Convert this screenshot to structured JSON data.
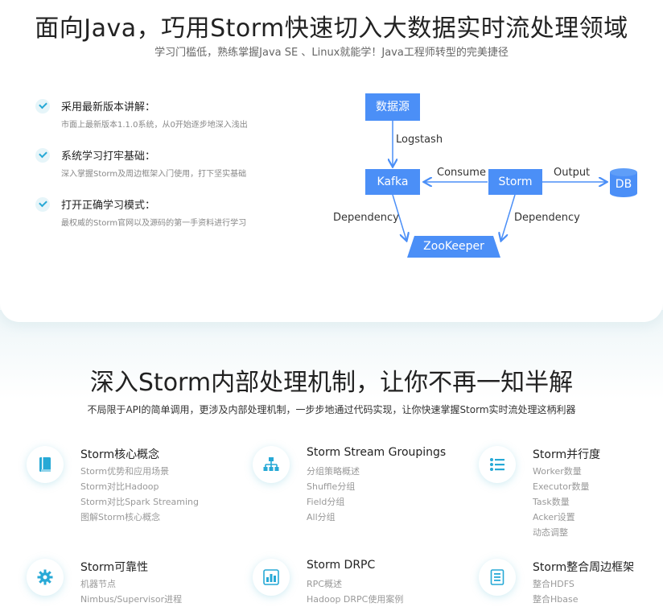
{
  "hero": {
    "title": "面向Java，巧用Storm快速切入大数据实时流处理领域",
    "subtitle": "学习门槛低，熟练掌握Java SE 、Linux就能学！Java工程师转型的完美捷径"
  },
  "features": [
    {
      "title": "采用最新版本讲解：",
      "desc": "市面上最新版本1.1.0系统，从0开始逐步地深入浅出"
    },
    {
      "title": "系统学习打牢基础：",
      "desc": "深入掌握Storm及周边框架入门使用，打下坚实基础"
    },
    {
      "title": "打开正确学习模式：",
      "desc": "最权威的Storm官网以及源码的第一手资料进行学习"
    }
  ],
  "diagram": {
    "source": "数据源",
    "kafka": "Kafka",
    "storm": "Storm",
    "db": "DB",
    "zookeeper": "ZooKeeper",
    "logstash": "Logstash",
    "consume": "Consume",
    "output": "Output",
    "dependency_left": "Dependency",
    "dependency_right": "Dependency",
    "box_color": "#4b8ff7",
    "arrow_color": "#4b8ff7"
  },
  "section": {
    "title": "深入Storm内部处理机制，让你不再一知半解",
    "subtitle": "不局限于API的简单调用，更涉及内部处理机制，一步步地通过代码实现，让你快速掌握Storm实时流处理这柄利器"
  },
  "cards": [
    {
      "icon": "book-icon",
      "title": "Storm核心概念",
      "items": [
        "Storm优势和应用场景",
        "Storm对比Hadoop",
        "Storm对比Spark Streaming",
        "图解Storm核心概念"
      ]
    },
    {
      "icon": "hierarchy-icon",
      "title": "Storm Stream Groupings",
      "items": [
        "分组策略概述",
        "Shuffle分组",
        "Field分组",
        "All分组"
      ]
    },
    {
      "icon": "list-icon",
      "title": "Storm并行度",
      "items": [
        "Worker数量",
        "Executor数量",
        "Task数量",
        "Acker设置",
        "动态调整"
      ]
    },
    {
      "icon": "gear-icon",
      "title": "Storm可靠性",
      "items": [
        "机器节点",
        "Nimbus/Supervisor进程"
      ]
    },
    {
      "icon": "bar-chart-icon",
      "title": "Storm DRPC",
      "items": [
        "RPC概述",
        "Hadoop DRPC使用案例"
      ]
    },
    {
      "icon": "document-icon",
      "title": "Storm整合周边框架",
      "items": [
        "整合HDFS",
        "整合Hbase"
      ]
    }
  ],
  "theme": {
    "accent": "#27a9d6",
    "icon_bg": "#e6f5f9"
  }
}
